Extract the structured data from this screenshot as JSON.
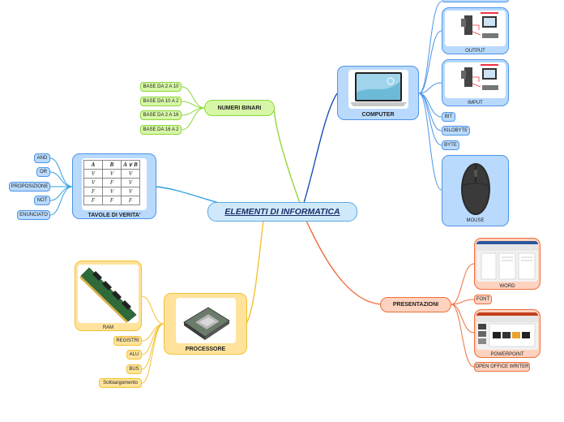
{
  "center": {
    "title": "ELEMENTI DI INFORMATICA"
  },
  "numeri_binari": {
    "title": "NUMERI BINARI",
    "items": [
      "BASE DA 2 A 10",
      "BASE DA 10 A 2",
      "BASE DA 2 A 16",
      "BASE DA 16 A 2"
    ]
  },
  "tavole": {
    "title": "TAVOLE DI VERITA'",
    "items": [
      "AND",
      "OR",
      "PROPOSIZIONE",
      "NOT",
      "ENUNCIATO"
    ],
    "table": [
      [
        "A",
        "B",
        "A ∨ B"
      ],
      [
        "V",
        "V",
        "V"
      ],
      [
        "V",
        "F",
        "V"
      ],
      [
        "F",
        "V",
        "V"
      ],
      [
        "F",
        "F",
        "F"
      ]
    ]
  },
  "processore": {
    "title": "PROCESSORE",
    "ram_label": "RAM",
    "items": [
      "REGISTRI",
      "ALU",
      "BUS",
      "Sottoargomento"
    ]
  },
  "computer": {
    "title": "COMPUTER",
    "output_label": "OUTPUT",
    "input_label": "IMPUT",
    "items": [
      "BIT",
      "KILOBYTE",
      "BYTE"
    ],
    "mouse_label": "MOUSE"
  },
  "presentazioni": {
    "title": "PRESENTAZIONI",
    "word_label": "WORD",
    "font_label": "FONT",
    "powerpoint_label": "POWERPOINT",
    "writer_label": "OPEN OFFICE WRITER"
  },
  "colors": {
    "green": "#8fd63b",
    "blue": "#4c95e8",
    "orange": "#ee6f3d",
    "yellow": "#f4c22f",
    "sky": "#2e9fe0",
    "navy": "#1c4fb8"
  }
}
